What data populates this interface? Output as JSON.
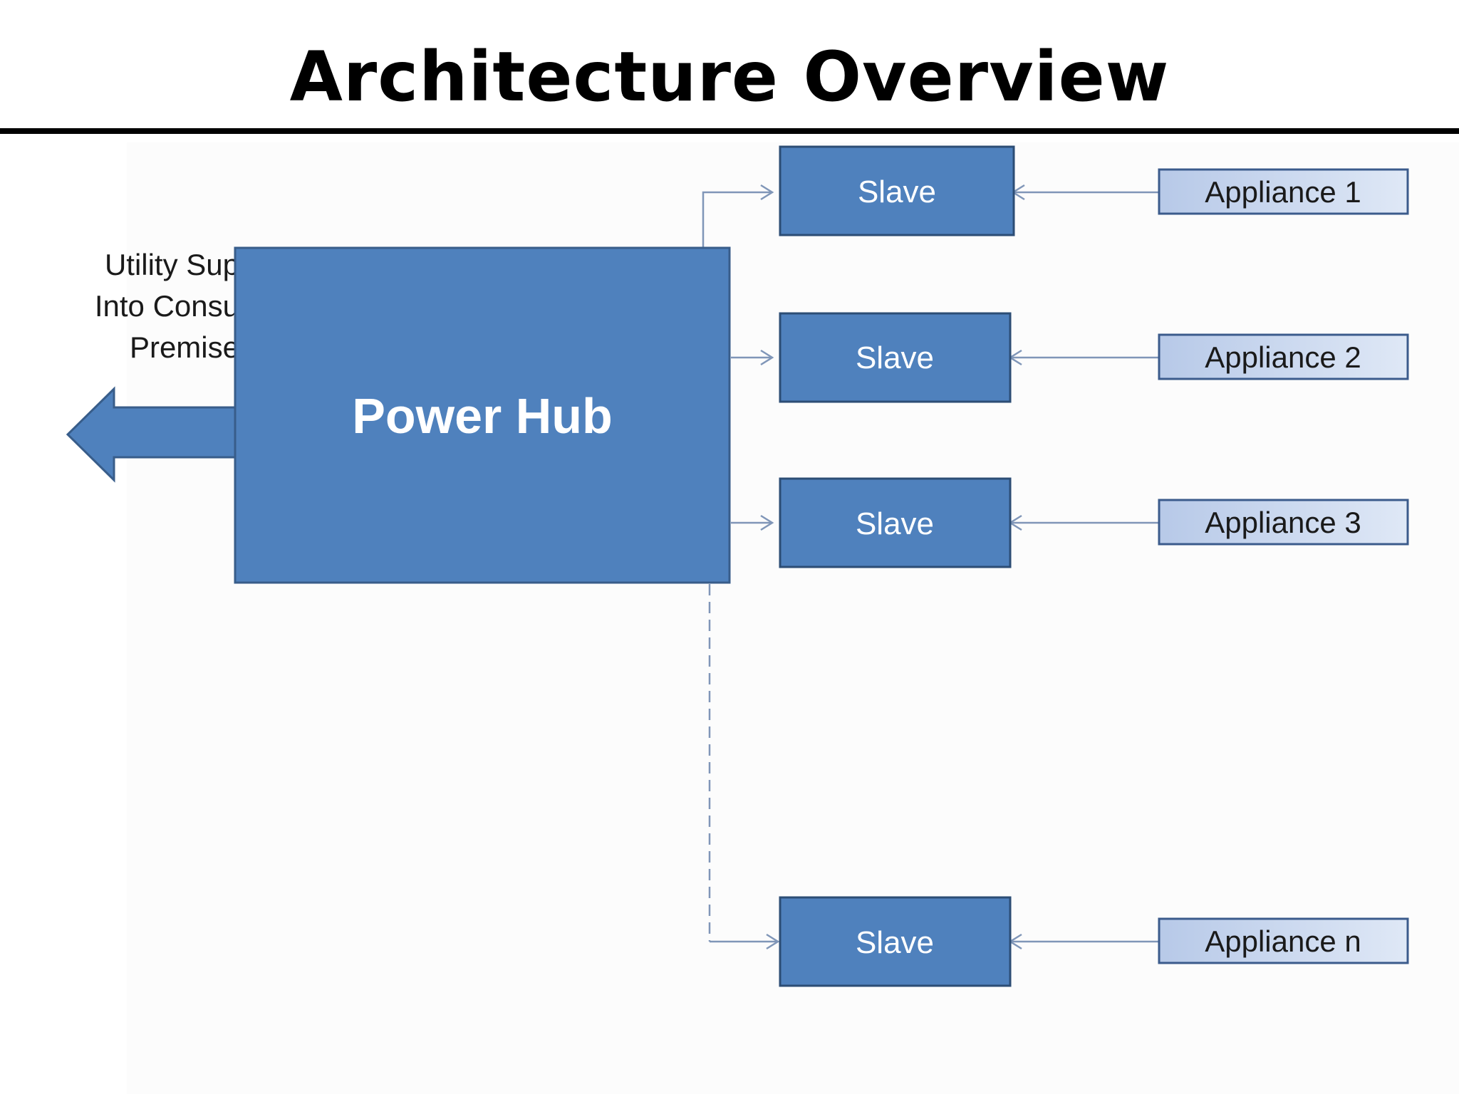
{
  "title": "Architecture Overview",
  "supply_label": {
    "lines": [
      "Utility Sup",
      "Into Consu",
      "Premise"
    ]
  },
  "hub": {
    "label": "Power Hub"
  },
  "slaves": [
    {
      "label": "Slave"
    },
    {
      "label": "Slave"
    },
    {
      "label": "Slave"
    },
    {
      "label": "Slave"
    }
  ],
  "appliances": [
    {
      "label": "Appliance 1"
    },
    {
      "label": "Appliance 2"
    },
    {
      "label": "Appliance 3"
    },
    {
      "label": "Appliance n"
    }
  ],
  "colors": {
    "hub_fill": "#4f81bd",
    "hub_stroke": "#385d8a",
    "slave_fill": "#4f81bd",
    "slave_stroke": "#2c4d75",
    "appliance_fill": "#c6d5ee",
    "appliance_stroke": "#3b5b8c",
    "connector": "#8096b8",
    "text_dark": "#1a1a1a",
    "text_light": "#ffffff"
  }
}
